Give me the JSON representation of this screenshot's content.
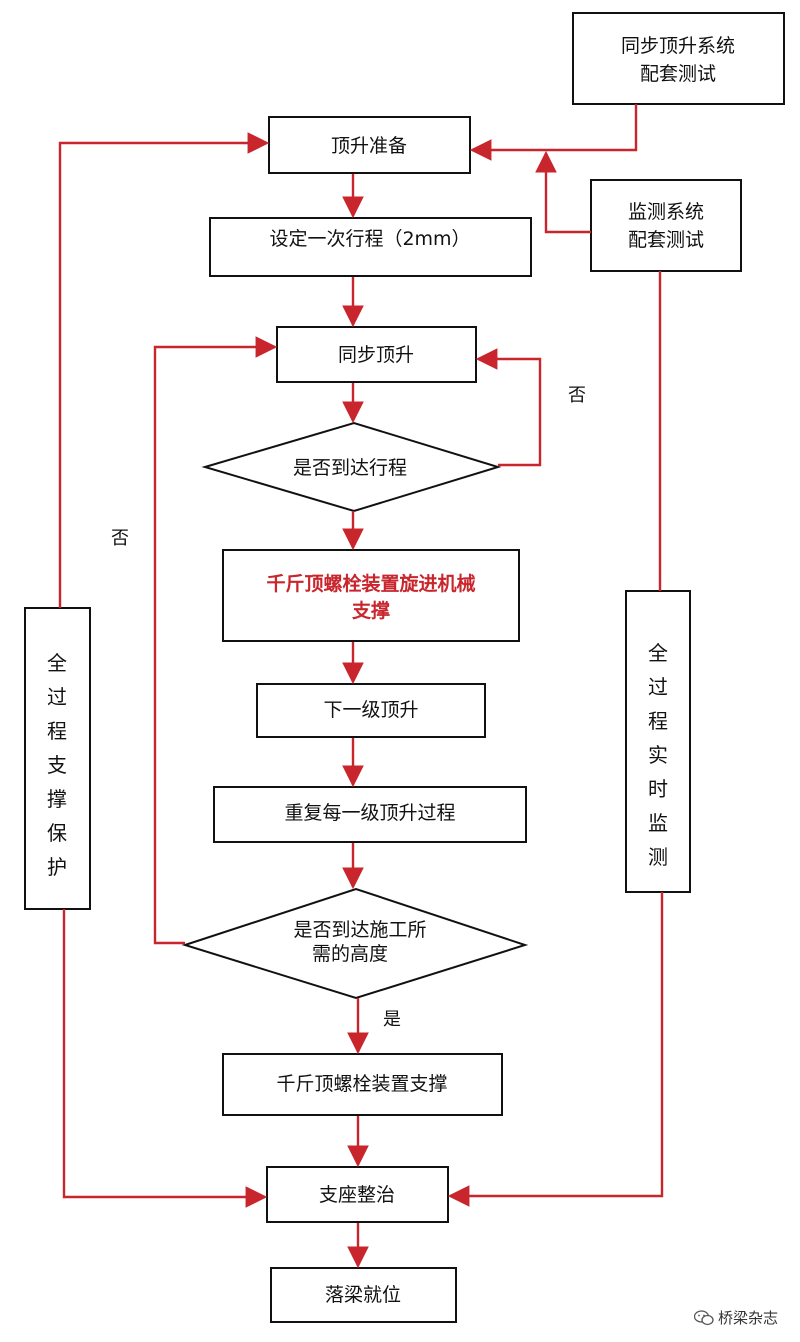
{
  "nodes": {
    "sync_system_test": [
      "同步顶升系统",
      "配套测试"
    ],
    "prep": "顶升准备",
    "monitor_system_test": [
      "监测系统",
      "配套测试"
    ],
    "set_stroke": "设定一次行程（2mm）",
    "sync_lift": "同步顶升",
    "reached_stroke": "是否到达行程",
    "screw_mech_support": [
      "千斤顶螺栓装置旋进机械",
      "支撑"
    ],
    "next_lift": "下一级顶升",
    "repeat": "重复每一级顶升过程",
    "reached_height": [
      "是否到达施工所",
      "需的高度"
    ],
    "bolt_support": "千斤顶螺栓装置支撑",
    "bearing": "支座整治",
    "landing": "落梁就位",
    "full_support": [
      "全",
      "过",
      "程",
      "支",
      "撑",
      "保",
      "护"
    ],
    "realtime_monitor": [
      "全",
      "过",
      "程",
      "实",
      "时",
      "监",
      "测"
    ]
  },
  "edge_labels": {
    "no_right": "否",
    "no_left": "否",
    "yes": "是"
  },
  "colors": {
    "arrow": "#c8252c",
    "box_stroke": "#111111",
    "highlight_text": "#c8252c"
  },
  "watermark": "桥梁杂志"
}
